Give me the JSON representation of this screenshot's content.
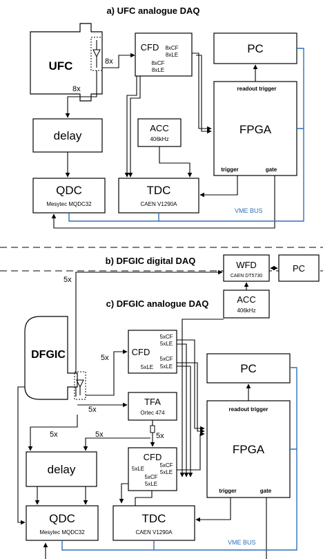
{
  "sections": {
    "a_title": "a) UFC analogue DAQ",
    "b_title": "b) DFGIC digital DAQ",
    "c_title": "c) DFGIC analogue DAQ"
  },
  "a": {
    "detector": "UFC",
    "cfd": "CFD",
    "cfd_out1": "8xCF",
    "cfd_out2": "8xLE",
    "cfd_out3": "8xCF",
    "cfd_out4": "8xLE",
    "pc": "PC",
    "fpga": "FPGA",
    "readout_trigger": "readout trigger",
    "trigger": "trigger",
    "gate": "gate",
    "acc": "ACC",
    "acc_freq": "406kHz",
    "delay": "delay",
    "qdc": "QDC",
    "qdc_model": "Mesytec MQDC32",
    "tdc": "TDC",
    "tdc_model": "CAEN V1290A",
    "vme_bus": "VME BUS",
    "mult_8x_a": "8x",
    "mult_8x_b": "8x"
  },
  "b": {
    "wfd": "WFD",
    "wfd_model": "CAEN DT5730",
    "pc": "PC",
    "mult_5x": "5x"
  },
  "c": {
    "detector": "DFGIC",
    "acc": "ACC",
    "acc_freq": "406kHz",
    "cfd1": "CFD",
    "cfd1_o1": "5xCF",
    "cfd1_o2": "5xLE",
    "cfd1_o3": "5xCF",
    "cfd1_o4": "5xLE",
    "cfd1_o5": "5xLE",
    "tfa": "TFA",
    "tfa_model": "Ortec 474",
    "cfd2": "CFD",
    "cfd2_o1": "5xLE",
    "cfd2_o2": "5xCF",
    "cfd2_o3": "5xLE",
    "cfd2_o4": "5xCF",
    "cfd2_o5": "5xLE",
    "pc": "PC",
    "fpga": "FPGA",
    "readout_trigger": "readout trigger",
    "trigger": "trigger",
    "gate": "gate",
    "delay": "delay",
    "qdc": "QDC",
    "qdc_model": "Mesytec MQDC32",
    "tdc": "TDC",
    "tdc_model": "CAEN V1290A",
    "vme_bus": "VME BUS",
    "m_5x_1": "5x",
    "m_5x_2": "5x",
    "m_5x_3": "5x",
    "m_5x_4": "5x",
    "m_5x_5": "5x"
  },
  "colors": {
    "bus": "#2f6fb5",
    "line": "#000000",
    "background": "#ffffff"
  }
}
